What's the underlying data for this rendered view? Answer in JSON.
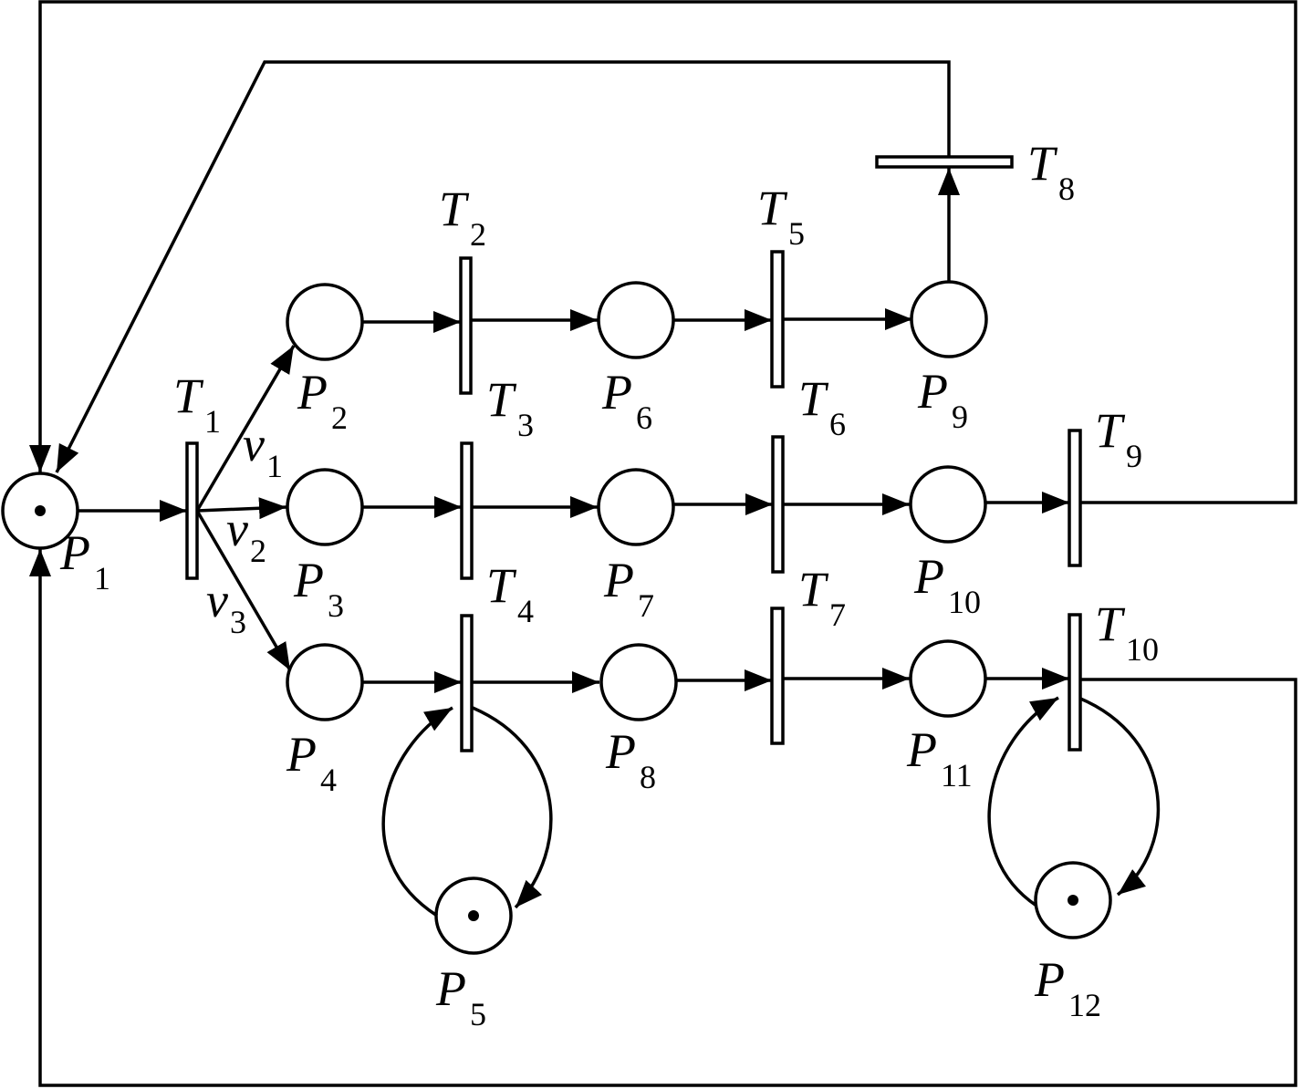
{
  "places": [
    {
      "id": "P1",
      "letter": "P",
      "sub": "1",
      "marked": true
    },
    {
      "id": "P2",
      "letter": "P",
      "sub": "2",
      "marked": false
    },
    {
      "id": "P3",
      "letter": "P",
      "sub": "3",
      "marked": false
    },
    {
      "id": "P4",
      "letter": "P",
      "sub": "4",
      "marked": false
    },
    {
      "id": "P5",
      "letter": "P",
      "sub": "5",
      "marked": true
    },
    {
      "id": "P6",
      "letter": "P",
      "sub": "6",
      "marked": false
    },
    {
      "id": "P7",
      "letter": "P",
      "sub": "7",
      "marked": false
    },
    {
      "id": "P8",
      "letter": "P",
      "sub": "8",
      "marked": false
    },
    {
      "id": "P9",
      "letter": "P",
      "sub": "9",
      "marked": false
    },
    {
      "id": "P10",
      "letter": "P",
      "sub": "10",
      "marked": false
    },
    {
      "id": "P11",
      "letter": "P",
      "sub": "11",
      "marked": false
    },
    {
      "id": "P12",
      "letter": "P",
      "sub": "12",
      "marked": true
    }
  ],
  "transitions": [
    {
      "id": "T1",
      "letter": "T",
      "sub": "1"
    },
    {
      "id": "T2",
      "letter": "T",
      "sub": "2"
    },
    {
      "id": "T3",
      "letter": "T",
      "sub": "3"
    },
    {
      "id": "T4",
      "letter": "T",
      "sub": "4"
    },
    {
      "id": "T5",
      "letter": "T",
      "sub": "5"
    },
    {
      "id": "T6",
      "letter": "T",
      "sub": "6"
    },
    {
      "id": "T7",
      "letter": "T",
      "sub": "7"
    },
    {
      "id": "T8",
      "letter": "T",
      "sub": "8"
    },
    {
      "id": "T9",
      "letter": "T",
      "sub": "9"
    },
    {
      "id": "T10",
      "letter": "T",
      "sub": "10"
    }
  ],
  "arc_weights": [
    {
      "letter": "v",
      "sub": "1"
    },
    {
      "letter": "v",
      "sub": "2"
    },
    {
      "letter": "v",
      "sub": "3"
    }
  ],
  "colors": {
    "stroke": "#000000",
    "background": "#ffffff"
  }
}
